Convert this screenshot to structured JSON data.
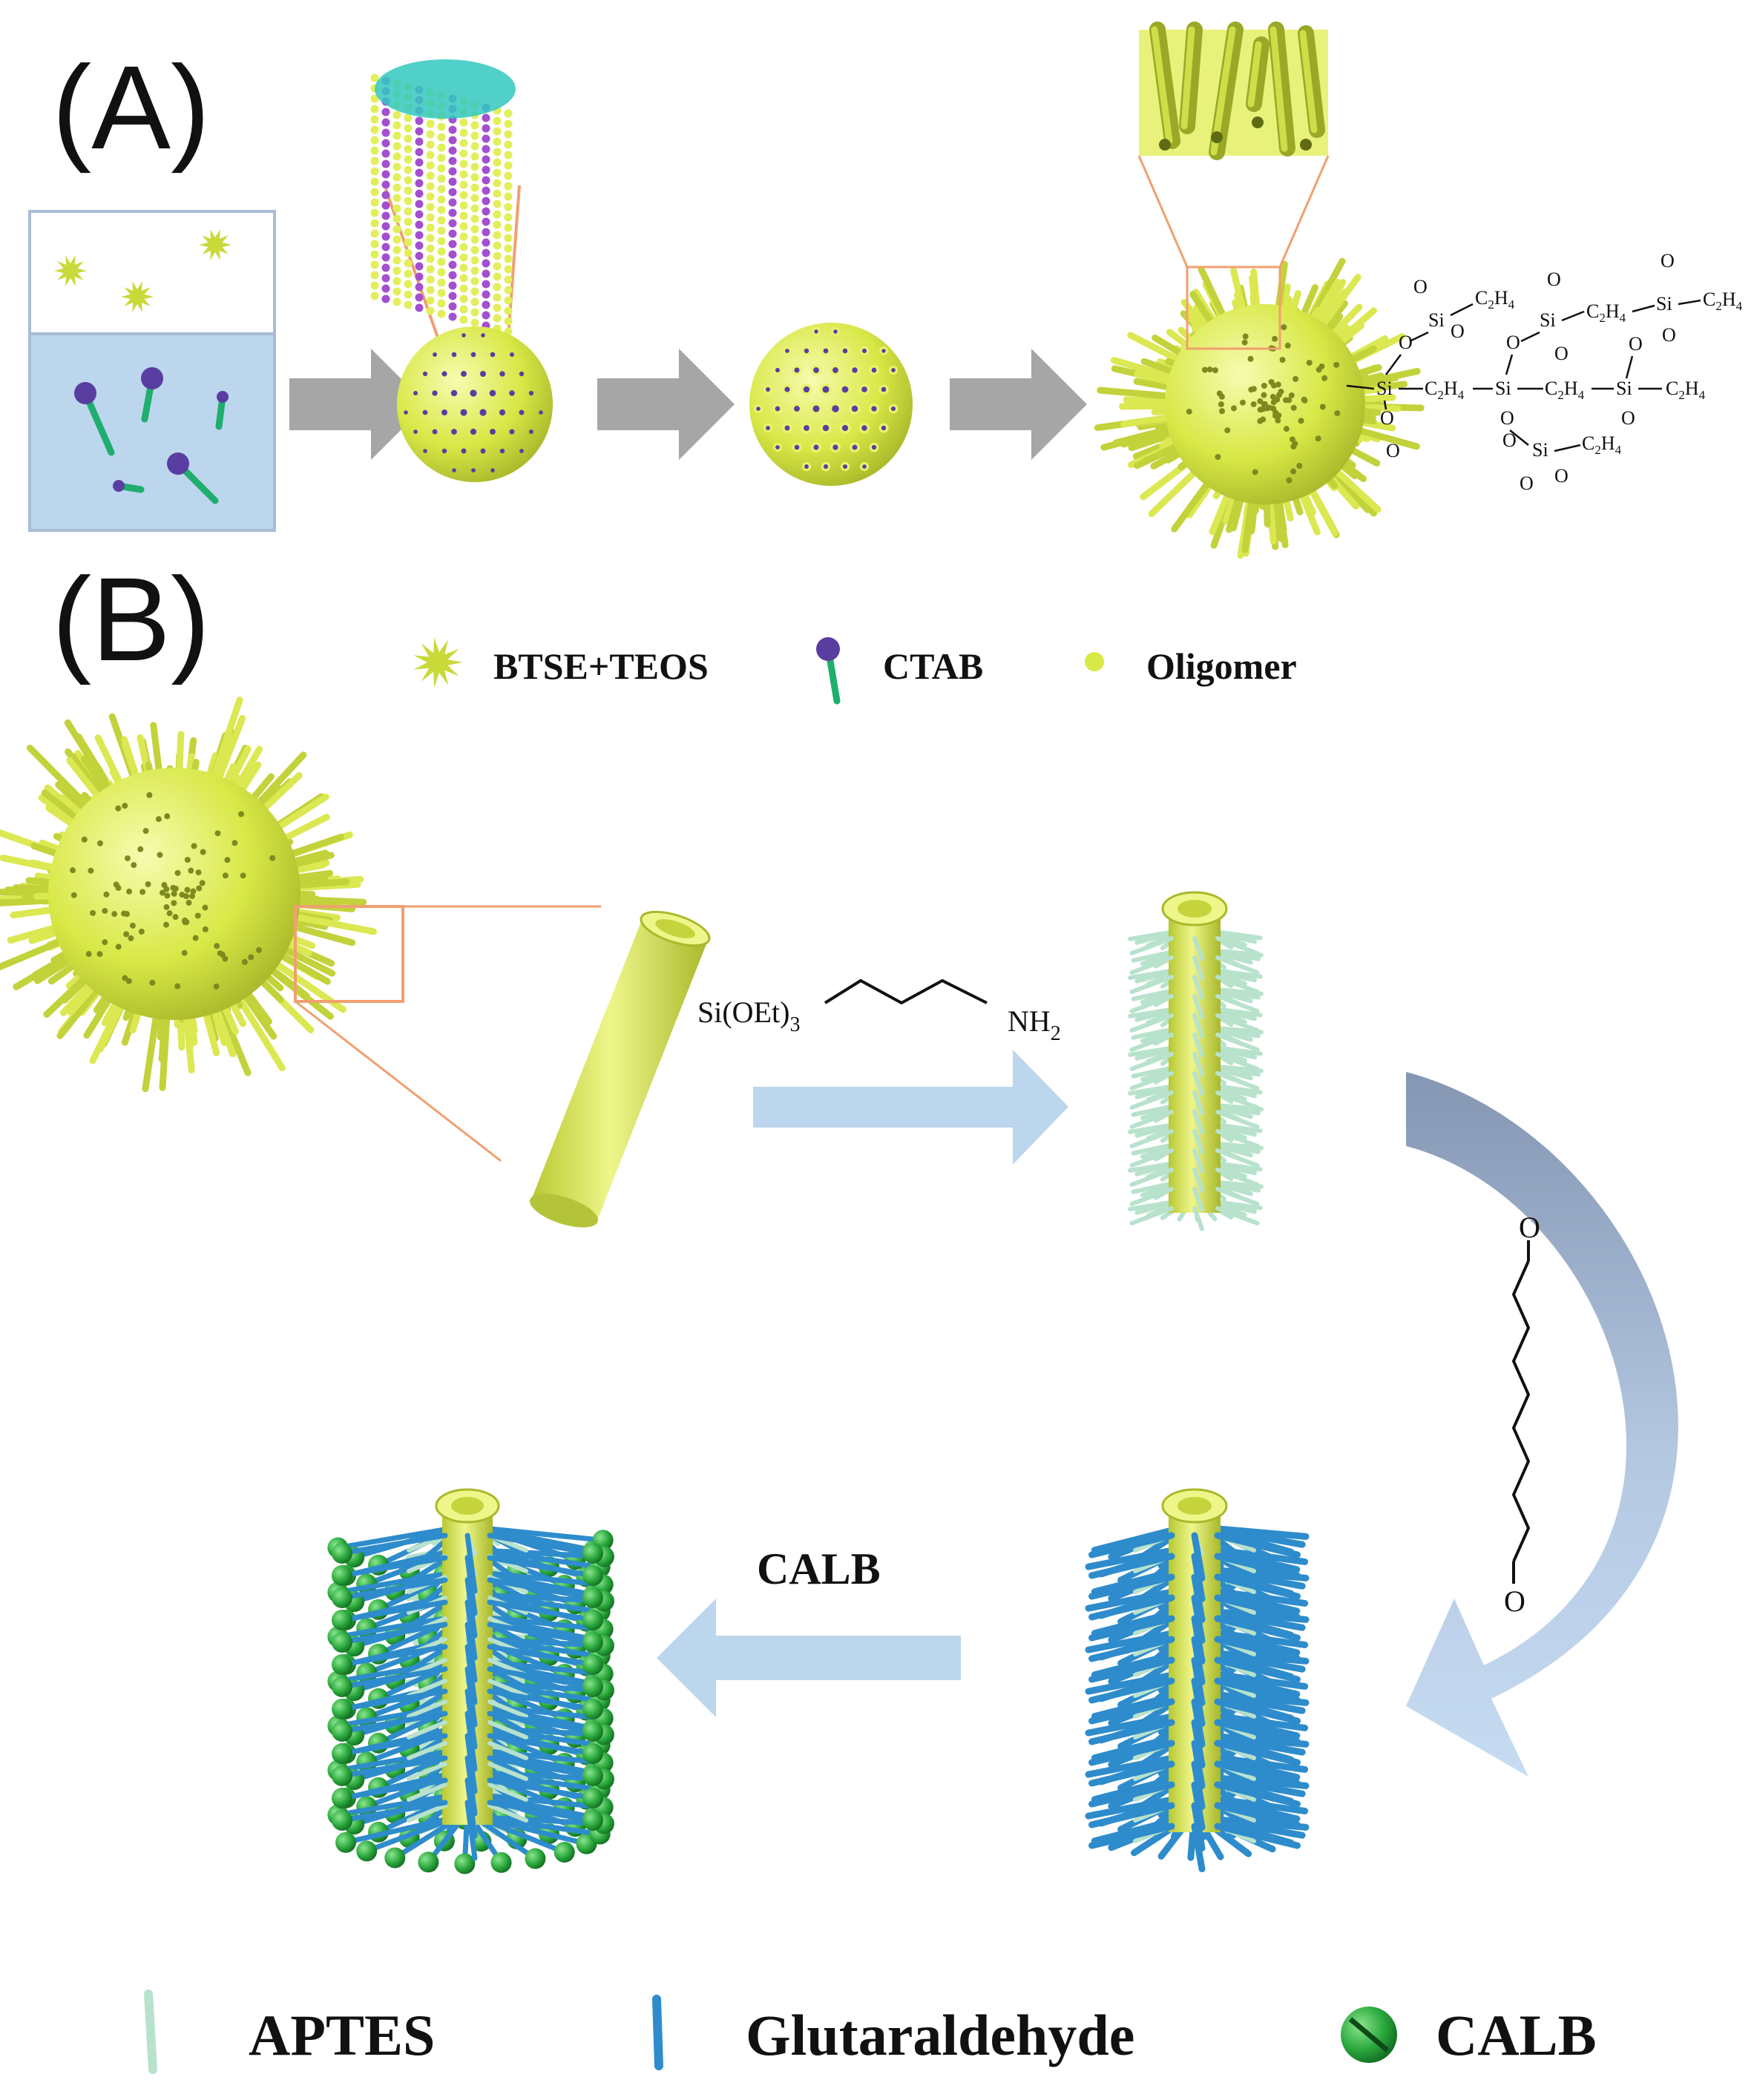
{
  "panels": {
    "a": "(A)",
    "b": "(B)"
  },
  "legend_top": [
    {
      "label": "BTSE+TEOS",
      "icon": "burst-icon"
    },
    {
      "label": "CTAB",
      "icon": "surfactant-icon"
    },
    {
      "label": "Oligomer",
      "icon": "dot-icon"
    }
  ],
  "legend_bottom": [
    {
      "label": "APTES",
      "icon": "aptes-rod-icon"
    },
    {
      "label": "Glutaraldehyde",
      "icon": "glutaraldehyde-rod-icon"
    },
    {
      "label": "CALB",
      "icon": "calb-sphere-icon"
    }
  ],
  "reagents": {
    "aptes_left": "Si(OEt)",
    "aptes_left_sub": "3",
    "aptes_right": "NH",
    "aptes_right_sub": "2",
    "calb": "CALB",
    "carbonyl_o": "O"
  },
  "structure": {
    "si": "Si",
    "o": "O",
    "c2h4": "C",
    "c2h4_sub1": "2",
    "c2h4_h": "H",
    "c2h4_sub2": "4"
  },
  "colors": {
    "yellow": "#d6e64a",
    "purple": "#5a3da0",
    "green": "#1fae6e",
    "light_blue": "#bcd6ee",
    "arrow_gray": "#a6a6a6",
    "orange": "#f0a070",
    "aptes": "#b8e2cc",
    "glutaraldehyde": "#2e8ccc",
    "calb": "#2aa83c"
  }
}
